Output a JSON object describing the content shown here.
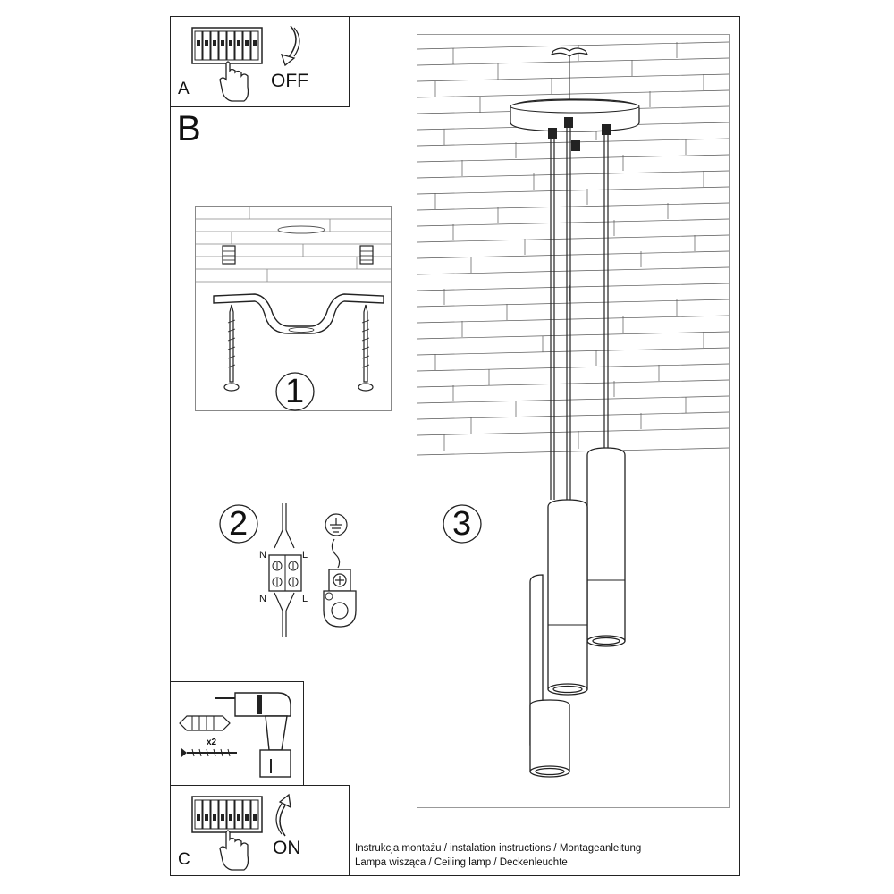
{
  "sections": {
    "a": {
      "letter": "A",
      "action": "OFF"
    },
    "b": {
      "letter": "B"
    },
    "c": {
      "letter": "C",
      "action": "ON"
    }
  },
  "steps": [
    {
      "number": "1"
    },
    {
      "number": "2"
    },
    {
      "number": "3"
    }
  ],
  "wiring": {
    "neutral": "N",
    "live": "L"
  },
  "drill_kit": {
    "quantity": "x2"
  },
  "footer": {
    "line1": "Instrukcja montażu / instalation instructions / Montageanleitung",
    "line2": "Lampa wisząca / Ceiling lamp / Deckenleuchte"
  }
}
